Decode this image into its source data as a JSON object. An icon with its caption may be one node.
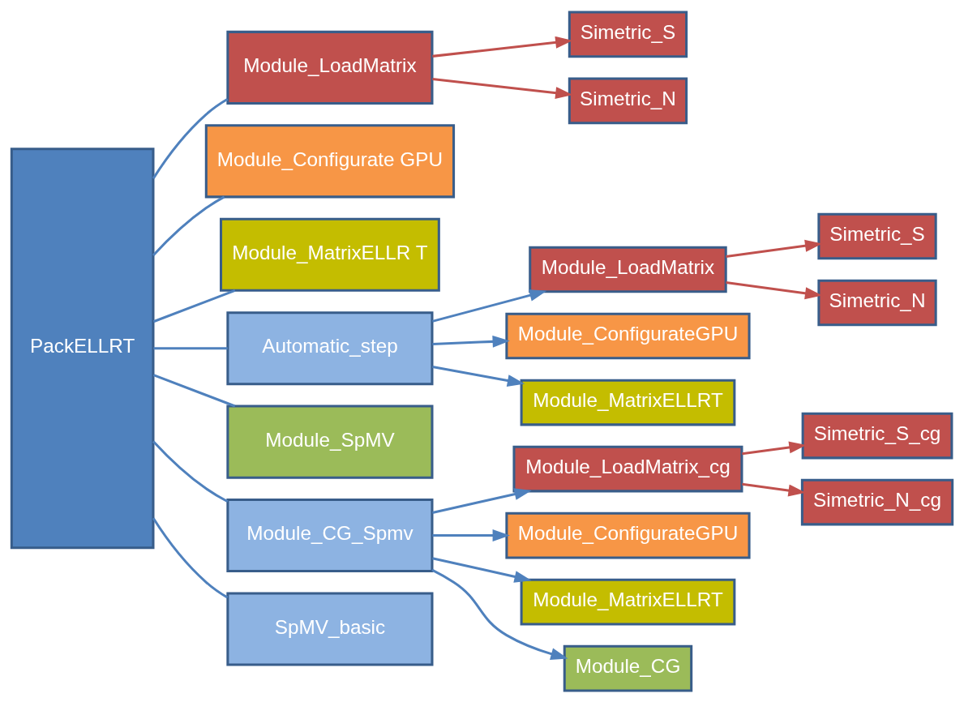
{
  "diagram": {
    "nodes": [
      {
        "text": [
          "PackELLRT"
        ]
      },
      {
        "text": [
          "Module_LoadMatrix"
        ]
      },
      {
        "text": [
          "Simetric_S"
        ]
      },
      {
        "text": [
          "Simetric_N"
        ]
      },
      {
        "text": [
          "Module_Configurate GPU"
        ]
      },
      {
        "text": [
          "Module_MatrixELLR T"
        ]
      },
      {
        "text": [
          "Automatic_step"
        ]
      },
      {
        "text": [
          "Module_LoadMatrix"
        ]
      },
      {
        "text": [
          "Simetric_S"
        ]
      },
      {
        "text": [
          "Simetric_N"
        ]
      },
      {
        "text": [
          "Module_ConfigurateGPU"
        ]
      },
      {
        "text": [
          "Module_MatrixELLRT"
        ]
      },
      {
        "text": [
          "Module_SpMV"
        ]
      },
      {
        "text": [
          "Module_CG_Spmv"
        ]
      },
      {
        "text": [
          "Module_LoadMatrix_cg"
        ]
      },
      {
        "text": [
          "Simetric_S_cg"
        ]
      },
      {
        "text": [
          "Simetric_N_cg"
        ]
      },
      {
        "text": [
          "Module_ConfigurateGPU"
        ]
      },
      {
        "text": [
          "Module_MatrixELLRT"
        ]
      },
      {
        "text": [
          "Module_CG"
        ]
      },
      {
        "text": [
          "SpMV_basic"
        ]
      }
    ],
    "edges": [
      {
        "from": 0,
        "to": 1,
        "arrow": "none"
      },
      {
        "from": 0,
        "to": 4,
        "arrow": "none"
      },
      {
        "from": 0,
        "to": 5,
        "arrow": "none"
      },
      {
        "from": 0,
        "to": 6,
        "arrow": "none"
      },
      {
        "from": 0,
        "to": 12,
        "arrow": "none"
      },
      {
        "from": 0,
        "to": 13,
        "arrow": "none"
      },
      {
        "from": 0,
        "to": 20,
        "arrow": "none"
      },
      {
        "from": 1,
        "to": 2,
        "arrow": "to",
        "color": "#c0504d"
      },
      {
        "from": 1,
        "to": 3,
        "arrow": "to",
        "color": "#c0504d"
      },
      {
        "from": 6,
        "to": 7,
        "arrow": "to"
      },
      {
        "from": 6,
        "to": 10,
        "arrow": "to"
      },
      {
        "from": 6,
        "to": 11,
        "arrow": "to"
      },
      {
        "from": 7,
        "to": 8,
        "arrow": "to",
        "color": "#c0504d"
      },
      {
        "from": 7,
        "to": 9,
        "arrow": "to",
        "color": "#c0504d"
      },
      {
        "from": 13,
        "to": 14,
        "arrow": "to"
      },
      {
        "from": 13,
        "to": 17,
        "arrow": "to"
      },
      {
        "from": 13,
        "to": 18,
        "arrow": "to"
      },
      {
        "from": 13,
        "to": 19,
        "arrow": "to"
      },
      {
        "from": 14,
        "to": 15,
        "arrow": "to",
        "color": "#c0504d"
      },
      {
        "from": 14,
        "to": 16,
        "arrow": "to",
        "color": "#c0504d"
      }
    ]
  }
}
